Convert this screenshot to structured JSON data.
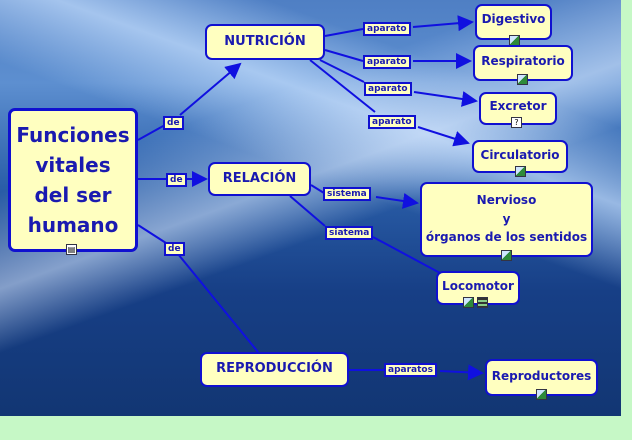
{
  "main_concept": {
    "lines": [
      "Funciones",
      "vitales",
      "del ser",
      "humano"
    ]
  },
  "concepts": {
    "nutricion": "NUTRICIÓN",
    "relacion": "RELACIÓN",
    "reproduccion": "REPRODUCCIÓN",
    "digestivo": "Digestivo",
    "respiratorio": "Respiratorio",
    "excretor": "Excretor",
    "circulatorio": "Circulatorio",
    "nervioso": [
      "Nervioso",
      "y",
      "órganos de los sentidos"
    ],
    "locomotor": "Locomotor",
    "reproductores": "Reproductores"
  },
  "linking_phrases": {
    "de1": "de",
    "de2": "de",
    "de3": "de",
    "aparato1": "aparato",
    "aparato2": "aparato",
    "aparato3": "aparato",
    "aparato4": "aparato",
    "sistema": "sistema",
    "siatema": "siatema",
    "aparatos": "aparatos"
  },
  "colors": {
    "node_fill": "#ffffc0",
    "node_border": "#1010d0",
    "text": "#1a1ab0",
    "page_bg": "#c6f8c6"
  }
}
